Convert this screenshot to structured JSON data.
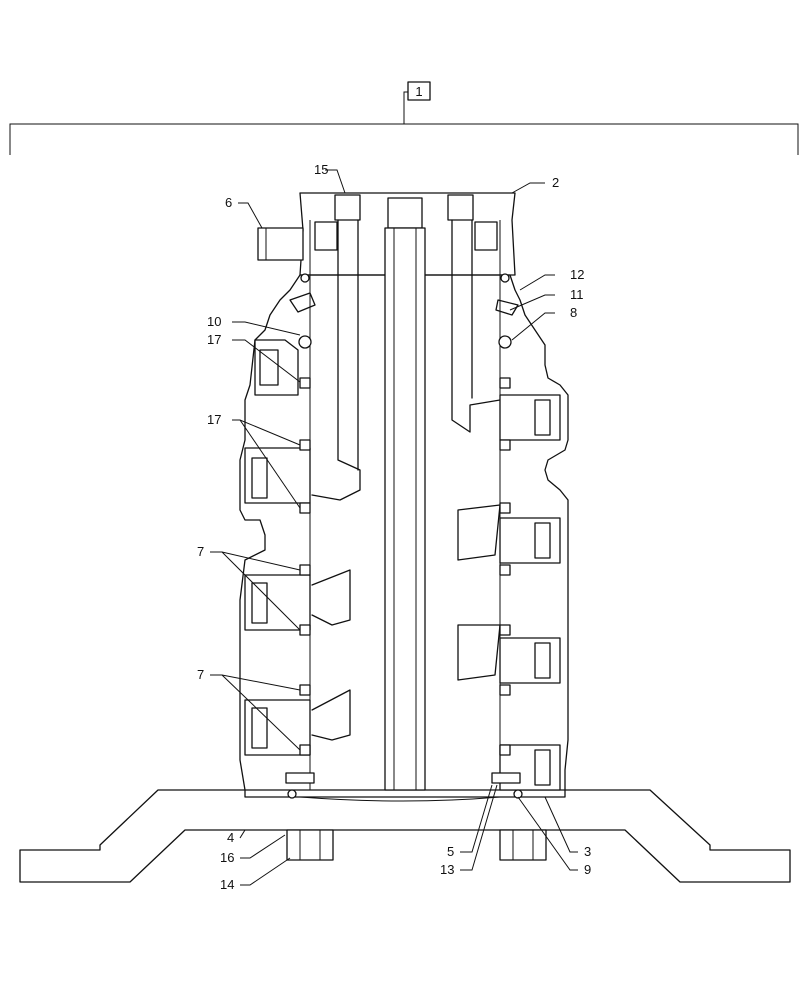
{
  "diagram": {
    "assembly_ref": "1",
    "callouts": {
      "c2": "2",
      "c3": "3",
      "c4": "4",
      "c5": "5",
      "c6": "6",
      "c7a": "7",
      "c7b": "7",
      "c8": "8",
      "c9": "9",
      "c10": "10",
      "c11": "11",
      "c12": "12",
      "c13": "13",
      "c14": "14",
      "c15": "15",
      "c16": "16",
      "c17a": "17",
      "c17b": "17"
    }
  }
}
